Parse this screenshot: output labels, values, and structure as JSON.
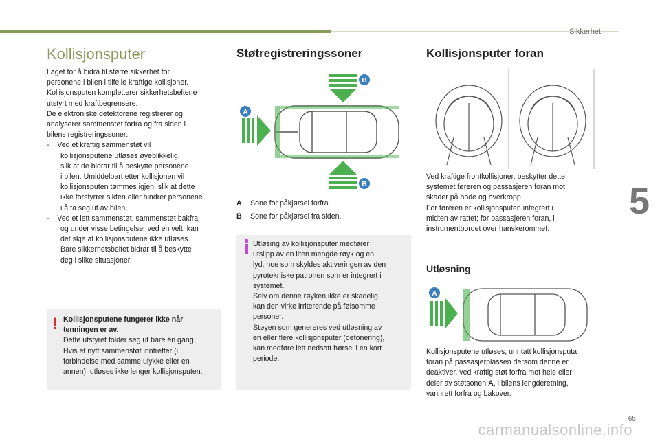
{
  "header": {
    "section": "Sikkerhet",
    "chapter_number": "5",
    "page_number": "65"
  },
  "col1": {
    "title": "Kollisjonsputer",
    "intro": [
      "Laget for å bidra til større sikkerhet for",
      "personene i bilen i tilfelle kraftige kollisjoner.",
      "Kollisjonsputen kompletterer sikkerhetsbeltene",
      "utstyrt med kraftbegrensere.",
      "De elektroniske detektorene registrerer og",
      "analyserer sammenstøt forfra og fra siden i",
      "bilens registreringssoner:"
    ],
    "bullet1": [
      "-    Ved et kraftig sammenstøt vil",
      "kollisjonsputene utløses øyeblikkelig,",
      "slik at de bidrar til å beskytte personene",
      "i bilen. Umiddelbart etter kollisjonen vil",
      "kollisjonsputen tømmes igjen, slik at dette",
      "ikke forstyrrer sikten eller hindrer personene",
      "i å ta seg ut av bilen,"
    ],
    "bullet2": [
      "-    Ved et lett sammenstøt, sammenstøt bakfra",
      "og under visse betingelser ved en velt, kan",
      "det skje at kollisjonsputene ikke utløses.",
      "Bare sikkerhetsbeltet bidrar til å beskytte",
      "deg i slike situasjoner."
    ],
    "warning": {
      "bold": [
        "Kollisjonsputene fungerer ikke når",
        "tenningen er av."
      ],
      "lines": [
        "Dette utstyret folder seg ut bare én gang.",
        "Hvis et nytt sammenstøt inntreffer (i",
        "forbindelse med samme ulykke eller en",
        "annen), utløses ikke lenger kollisjonsputen."
      ]
    }
  },
  "col2": {
    "title": "Støtregistreringssoner",
    "legend": [
      {
        "key": "A",
        "text": "Sone for påkjørsel forfra."
      },
      {
        "key": "B",
        "text": "Sone for påkjørsel fra siden."
      }
    ],
    "info_lines": [
      "Utløsing av kollisjonsputer medfører",
      "utslipp av en liten mengde røyk og en",
      "lyd, noe som skyldes aktiveringen av den",
      "pyrotekniske patronen som er integrert i",
      "systemet.",
      "Selv om denne røyken ikke er skadelig,",
      "kan den virke irriterende på følsomme",
      "personer.",
      "Støyen som genereres ved utløsning av",
      "en eller flere kollisjonsputer (detonering),",
      "kan medføre lett nedsatt hørsel i en kort",
      "periode."
    ],
    "diagram": {
      "label_a": "A",
      "label_b_top": "B",
      "label_b_bottom": "B"
    }
  },
  "col3": {
    "title": "Kollisjonsputer foran",
    "text1": [
      "Ved kraftige frontkollisjoner, beskytter dette",
      "systemet føreren og passasjeren foran mot",
      "skader på hode og overkropp.",
      "For føreren er kollisjonsputen integrert i",
      "midten av rattet; for passasjeren foran, i",
      "instrumentbordet over hanskerommet."
    ],
    "subtitle": "Utløsning",
    "diagram_label": "A",
    "text2_a": "Kollisjonsputene utløses, unntatt kollisjonsputa",
    "text2_b": "foran på passasjerplassen dersom denne er",
    "text2_c": "deaktiver, ved kraftig støt forfra mot hele eller",
    "text2_d_pre": "deler av støtsonen ",
    "text2_d_bold": "A",
    "text2_d_post": ", i bilens lengderetning,",
    "text2_e": "vannrett forfra og bakover."
  },
  "footer": {
    "watermark": "carmanualsonline.info"
  },
  "colors": {
    "accent": "#8a9a5b",
    "arrow": "#4caf50",
    "label": "#3b7fbf",
    "warning": "#d32f2f",
    "info": "#c04bd0"
  }
}
